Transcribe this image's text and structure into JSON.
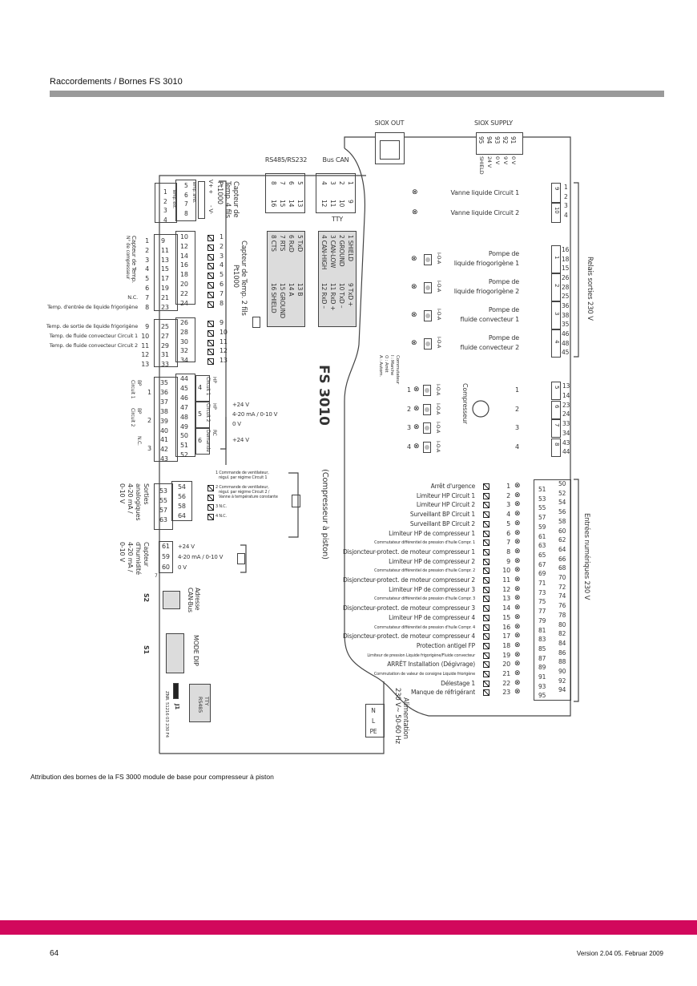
{
  "header": {
    "title": "Raccordements / Bornes FS 3010"
  },
  "caption": "Attribution des bornes de la FS 3000 module de base pour compresseur à piston",
  "footer": {
    "page": "64",
    "version": "Version 2.04   05. Februar 2009"
  },
  "colors": {
    "accent": "#d2085c",
    "rule": "#9a9a9a"
  },
  "diagram": {
    "title": "FS 3010",
    "subtitle": "(Compresseur à piston)",
    "siox_out": "SIOX OUT",
    "siox_supply": {
      "label": "SIOX SUPPLY",
      "pins": [
        "95",
        "94",
        "93",
        "92",
        "91"
      ],
      "signals": [
        "SHIELD",
        "24 V",
        "0 V",
        "9 V",
        "0 V"
      ]
    },
    "rs485": {
      "label": "RS485/RS232",
      "top": [
        "8",
        "7",
        "6",
        "5"
      ],
      "bottom": [
        "16",
        "15",
        "14",
        "13"
      ],
      "pinout": [
        "5 TxD",
        "6 RxD",
        "7 RTS",
        "8 CTS"
      ],
      "pinout2": [
        "13 B",
        "14 A",
        "15 GROUND",
        "16 SHIELD"
      ]
    },
    "can": {
      "label": "Bus CAN",
      "top": [
        "4",
        "3",
        "2",
        "1"
      ],
      "bottom": [
        "12",
        "11",
        "10",
        "9"
      ],
      "tty": "TTY",
      "pinout": [
        "1 SHIELD",
        "2 GROUND",
        "3 CAN-LOW",
        "4 CAN-HIGH"
      ],
      "pinout2": [
        "9 TxD +",
        "10 TxD –",
        "11 RxD +",
        "12 RxD –"
      ]
    },
    "temp4": {
      "ext_pins": [
        "1",
        "2",
        "3",
        "4"
      ],
      "ext_label": "Temp. ext.",
      "amb_pins": [
        "5",
        "6",
        "7",
        "8"
      ],
      "amb_label": "Temp. amb.",
      "vplus": "V+ +",
      "vminus": "- V-",
      "label": [
        "Capteur de",
        "Temp. 4 fils",
        "Pt1000"
      ]
    },
    "temp2": {
      "left_pins": [
        "9",
        "11",
        "13",
        "15",
        "17",
        "19",
        "21",
        "23",
        "25",
        "27",
        "29",
        "31",
        "33"
      ],
      "right_pins": [
        "10",
        "12",
        "14",
        "16",
        "18",
        "20",
        "22",
        "24",
        "26",
        "28",
        "30",
        "32",
        "34"
      ],
      "nums": [
        "1",
        "2",
        "3",
        "4",
        "5",
        "6",
        "7",
        "8",
        "9",
        "10",
        "11",
        "12",
        "13"
      ],
      "right_nums": [
        "1",
        "2",
        "3",
        "4",
        "5",
        "6",
        "7",
        "8",
        "9",
        "10",
        "11",
        "12",
        "13"
      ],
      "row_labels": [
        "",
        "",
        "",
        "",
        "",
        "",
        "N.C.",
        "Temp. d'entrée de liquide frigorigène",
        "Temp. de sortie de liquide frigorigène",
        "Temp. de fluide convecteur Circuit 1",
        "Temp. de fluide convecteur Circuit 2",
        "",
        ""
      ],
      "group_label": [
        "Capteur de Temp.",
        "N° de compresseur"
      ],
      "label": [
        "Capteur de Temp. 2 fils",
        "Pt1000"
      ]
    },
    "hp_block": {
      "left_pins": [
        "35",
        "36",
        "37",
        "38",
        "39",
        "40",
        "41",
        "42",
        "43"
      ],
      "right_pins": [
        "44",
        "45",
        "46",
        "47",
        "48",
        "49",
        "50",
        "51",
        "52"
      ],
      "left_groups": [
        {
          "n": "1",
          "label": [
            "BP",
            "Circuit 1"
          ]
        },
        {
          "n": "2",
          "label": [
            "BP",
            "Circuit 2"
          ]
        },
        {
          "n": "3",
          "label": [
            "N.C."
          ]
        }
      ],
      "right_groups": [
        {
          "n": "4",
          "label": [
            "HP",
            "Circuit 1"
          ]
        },
        {
          "n": "5",
          "label": [
            "HP",
            "Circuit 2"
          ]
        },
        {
          "n": "6",
          "label": [
            "RC",
            "Demande"
          ]
        }
      ],
      "signals": [
        "+24 V",
        "4-20 mA / 0-10 V",
        "0 V",
        "+24 V"
      ]
    },
    "analog_out": {
      "left_pins": [
        "53",
        "55",
        "57",
        "63"
      ],
      "right_pins": [
        "54",
        "56",
        "58",
        "64"
      ],
      "legend": [
        "1 Commande de ventilateur,",
        "régul. par régime Circuit 1",
        "2 Commande de ventilateur,",
        "régul. par régime Circuit 2 /",
        "Vanne à température constante",
        "3 N.C.",
        "4 N.C."
      ],
      "label": [
        "Sorties",
        "analogiques",
        "4-20 mA /",
        "0-10 V"
      ]
    },
    "humidity": {
      "pins": [
        "61",
        "59",
        "60"
      ],
      "signals": [
        "+24 V",
        "4-20 mA / 0-10 V",
        "0 V"
      ],
      "extra_pin": "7",
      "label": [
        "Capteur",
        "d'humidité",
        "4-20 mA /",
        "0-10 V"
      ]
    },
    "s2": {
      "id": "S2",
      "label": [
        "Adresse",
        "CAN-Bus"
      ]
    },
    "s1": {
      "id": "S1",
      "label": "MODE DIP"
    },
    "j1": {
      "id": "J1",
      "options": [
        "TTY",
        "RS485"
      ]
    },
    "board_ref": "ZNR. 51216 03 230 F4",
    "valves": [
      {
        "label": "Vanne liquide Circuit 1",
        "relay": "9",
        "pins": [
          "1",
          "2"
        ]
      },
      {
        "label": "Vanne liquide Circuit 2",
        "relay": "10",
        "pins": [
          "3",
          "4"
        ]
      }
    ],
    "pumps": [
      {
        "label": [
          "Pompe de",
          "liquide friogorigène 1"
        ],
        "relay": "1",
        "pins": [
          "16",
          "18",
          "15"
        ],
        "switch": "I-O-A"
      },
      {
        "label": [
          "Pompe de",
          "liquide friogorigène 2"
        ],
        "relay": "2",
        "pins": [
          "26",
          "28",
          "25"
        ],
        "switch": "I-O-A"
      },
      {
        "label": [
          "Pompe de",
          "fluide convecteur 1"
        ],
        "relay": "3",
        "pins": [
          "36",
          "38",
          "35"
        ],
        "switch": "I-O-A"
      },
      {
        "label": [
          "Pompe de",
          "fluide convecteur 2"
        ],
        "relay": "4",
        "pins": [
          "46",
          "48",
          "45"
        ],
        "switch": "I-O-A"
      }
    ],
    "relay_outputs_label": "Relais sorties 230 V",
    "switch_legend": [
      "Commutateur",
      "I : Marche",
      "O : Arrêt",
      "A : Autom."
    ],
    "compressors": {
      "label": "Compresseur",
      "items": [
        {
          "n": "1",
          "relay": "5",
          "pins": [
            "13",
            "14"
          ],
          "switch": "I-O-A"
        },
        {
          "n": "2",
          "relay": "6",
          "pins": [
            "23",
            "24"
          ],
          "switch": "I-O-A"
        },
        {
          "n": "3",
          "relay": "7",
          "pins": [
            "33",
            "34"
          ],
          "switch": "I-O-A"
        },
        {
          "n": "4",
          "relay": "8",
          "pins": [
            "43",
            "44"
          ],
          "switch": "I-O-A"
        }
      ]
    },
    "digital_inputs": {
      "title": "Entrées numériques 230 V",
      "rows": [
        {
          "n": "1",
          "label": "Arrêt d'urgence"
        },
        {
          "n": "2",
          "label": "Limiteur HP Circuit 1"
        },
        {
          "n": "3",
          "label": "Limiteur HP Circuit 2"
        },
        {
          "n": "4",
          "label": "Surveillant BP Circuit 1"
        },
        {
          "n": "5",
          "label": "Surveillant BP Circuit 2"
        },
        {
          "n": "6",
          "label": "Limiteur HP de compresseur 1"
        },
        {
          "n": "7",
          "label": "Commutateur différentiel de pression d'huile Compr. 1",
          "small": true
        },
        {
          "n": "8",
          "label": "Disjoncteur-protect. de moteur compresseur 1"
        },
        {
          "n": "9",
          "label": "Limiteur HP de compresseur 2"
        },
        {
          "n": "10",
          "label": "Commutateur différentiel de pression d'huile Compr. 2",
          "small": true
        },
        {
          "n": "11",
          "label": "Disjoncteur-protect. de moteur compresseur 2"
        },
        {
          "n": "12",
          "label": "Limiteur HP de compresseur 3"
        },
        {
          "n": "13",
          "label": "Commutateur différentiel de pression d'huile Compr. 3",
          "small": true
        },
        {
          "n": "14",
          "label": "Disjoncteur-protect. de moteur compresseur 3"
        },
        {
          "n": "15",
          "label": "Limiteur HP de compresseur 4"
        },
        {
          "n": "16",
          "label": "Commutateur différentiel de pression d'huile Compr. 4",
          "small": true
        },
        {
          "n": "17",
          "label": "Disjoncteur-protect. de moteur compresseur 4"
        },
        {
          "n": "18",
          "label": "Protection antigel FP"
        },
        {
          "n": "19",
          "label": "Limiteur de pression Liquide frigorigène/Fluide convecteur",
          "small": true
        },
        {
          "n": "20",
          "label": "ARRÊT Installation (Dégivrage)"
        },
        {
          "n": "21",
          "label": "Commutation de valeur de consigne Liquide friorigène",
          "small": true
        },
        {
          "n": "22",
          "label": "Délestage 1"
        },
        {
          "n": "23",
          "label": "Manque de réfrigérant"
        }
      ],
      "pins_odd": [
        "51",
        "53",
        "55",
        "57",
        "59",
        "61",
        "63",
        "65",
        "67",
        "69",
        "71",
        "73",
        "75",
        "77",
        "79",
        "81",
        "83",
        "85",
        "87",
        "89",
        "91",
        "93",
        "95"
      ],
      "pins_even": [
        "50",
        "52",
        "54",
        "56",
        "58",
        "60",
        "62",
        "64",
        "66",
        "68",
        "70",
        "72",
        "74",
        "76",
        "78",
        "80",
        "82",
        "84",
        "86",
        "88",
        "90",
        "92",
        "94"
      ]
    },
    "power": {
      "pins": [
        "N",
        "L",
        "PE"
      ],
      "label": "Alimentation",
      "spec": "230 V~  50-60 Hz"
    }
  }
}
